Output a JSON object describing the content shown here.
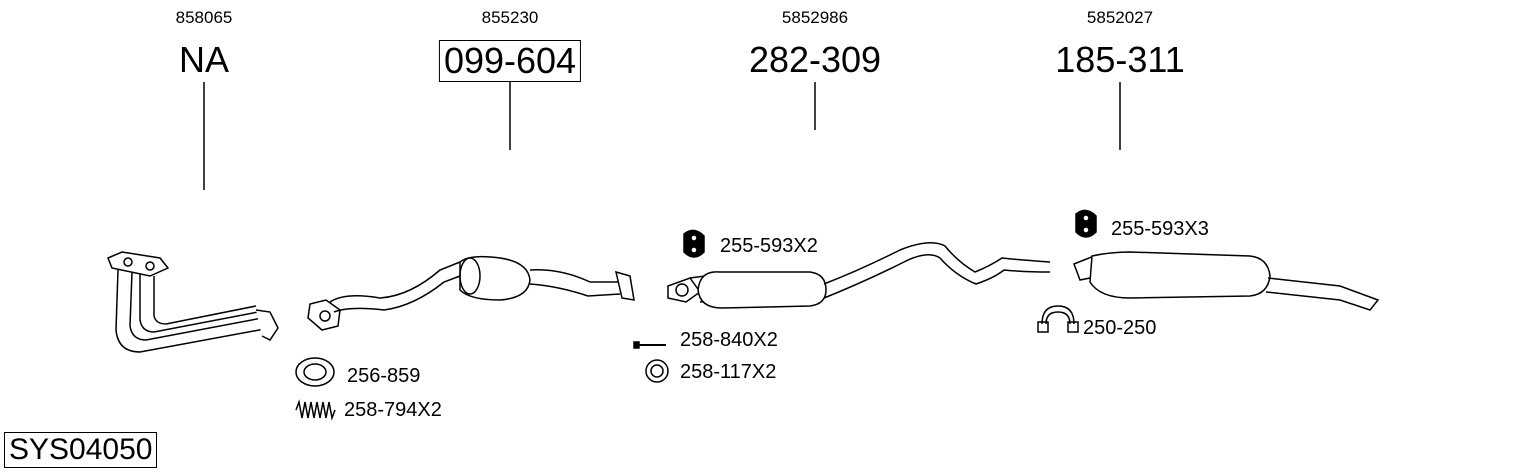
{
  "system_code": "SYS04050",
  "parts": [
    {
      "oem": "858065",
      "number": "NA",
      "boxed": false
    },
    {
      "oem": "855230",
      "number": "099-604",
      "boxed": true
    },
    {
      "oem": "5852986",
      "number": "282-309",
      "boxed": false
    },
    {
      "oem": "5852027",
      "number": "185-311",
      "boxed": false
    }
  ],
  "accessories": [
    {
      "label": "256-859",
      "icon": "gasket-ring-icon"
    },
    {
      "label": "258-794X2",
      "icon": "spring-icon"
    },
    {
      "label": "255-593X2",
      "icon": "rubber-hanger-icon"
    },
    {
      "label": "258-840X2",
      "icon": "bolt-icon"
    },
    {
      "label": "258-117X2",
      "icon": "washer-ring-icon"
    },
    {
      "label": "255-593X3",
      "icon": "rubber-hanger-icon"
    },
    {
      "label": "250-250",
      "icon": "clamp-icon"
    }
  ]
}
